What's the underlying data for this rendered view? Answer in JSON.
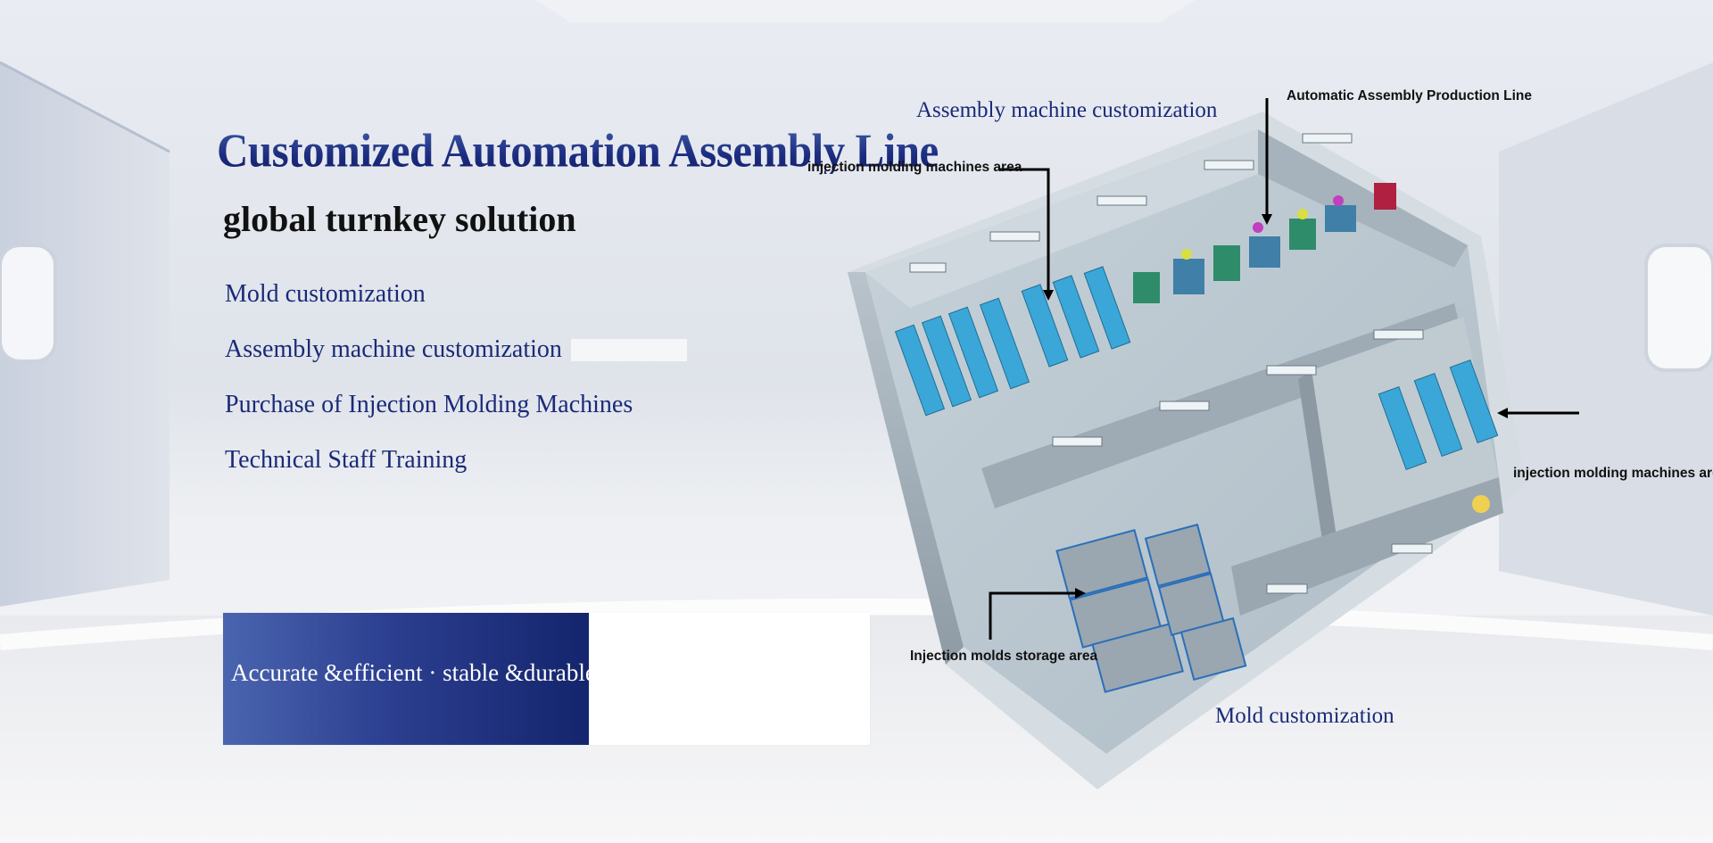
{
  "hero": {
    "title": "Customized Automation Assembly Line",
    "subtitle": "global turnkey solution"
  },
  "features": [
    "Mold customization",
    "Assembly machine customization",
    "Purchase of Injection Molding Machines",
    "Technical Staff Training"
  ],
  "tagline": "Accurate &efficient · stable &durable",
  "diagram": {
    "label_assembly_custom": "Assembly machine customization",
    "label_auto_line": "Automatic Assembly Production Line",
    "label_imm_area_top": "injection molding machines area",
    "label_imm_area_right": "injection molding machines area",
    "label_storage": "Injection molds storage area",
    "label_mold_custom": "Mold customization"
  },
  "colors": {
    "brand_navy": "#1a2a78",
    "machine_blue": "#3aa7d8",
    "background": "#e5e8ee"
  }
}
